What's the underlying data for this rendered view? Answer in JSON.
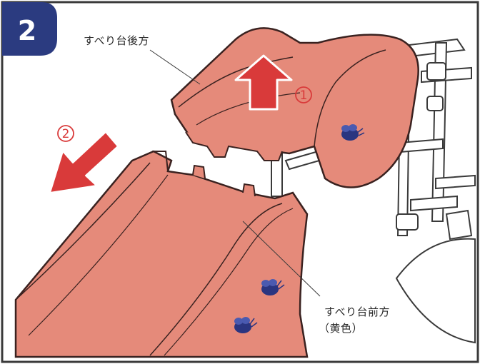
{
  "step": {
    "number": "2"
  },
  "labels": {
    "slide_rear": "すべり台後方",
    "slide_front_line1": "すべり台前方",
    "slide_front_line2": "（黄色）"
  },
  "arrows": {
    "up": {
      "number": "①",
      "direction": "up"
    },
    "left": {
      "number": "②",
      "direction": "down-left"
    }
  },
  "colors": {
    "badge": "#2b3b80",
    "slide_fill": "#e58a7a",
    "slide_stroke": "#3a2220",
    "arrow": "#d93a3a",
    "frame": "#ffffff"
  },
  "icons": [
    "bee-icon",
    "bee-icon",
    "bee-icon"
  ]
}
